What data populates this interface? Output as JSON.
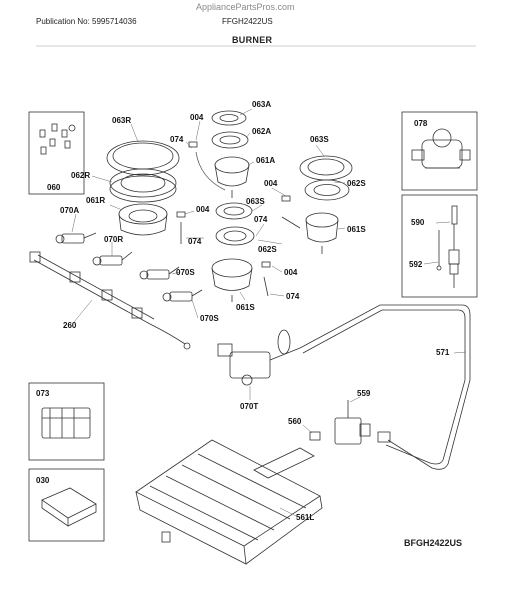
{
  "header": {
    "watermark": "AppliancePartsPros.com",
    "publication": "Publication No: 5995714036",
    "model": "FFGH2422US",
    "section_title": "BURNER"
  },
  "parts": {
    "p060": "060",
    "p063R": "063R",
    "p004a": "004",
    "p074a": "074",
    "p063A": "063A",
    "p062A": "062A",
    "p061A": "061A",
    "p063S": "063S",
    "p078": "078",
    "p062R": "062R",
    "p061R": "061R",
    "p070A": "070A",
    "p070R": "070R",
    "p004b": "004",
    "p063Sb": "063S",
    "p074b": "074",
    "p004c": "004",
    "p062S": "062S",
    "p074c": "074",
    "p061S": "061S",
    "p062Sb": "062S",
    "p590": "590",
    "p592": "592",
    "p070S": "070S",
    "p004d": "004",
    "p061Sb": "061S",
    "p074d": "074",
    "p070Sb": "070S",
    "p260": "260",
    "p571": "571",
    "p073": "073",
    "p070T": "070T",
    "p559": "559",
    "p560": "560",
    "p030": "030",
    "p561L": "561L"
  },
  "footer": {
    "diagram_code": "BFGH2422US"
  }
}
